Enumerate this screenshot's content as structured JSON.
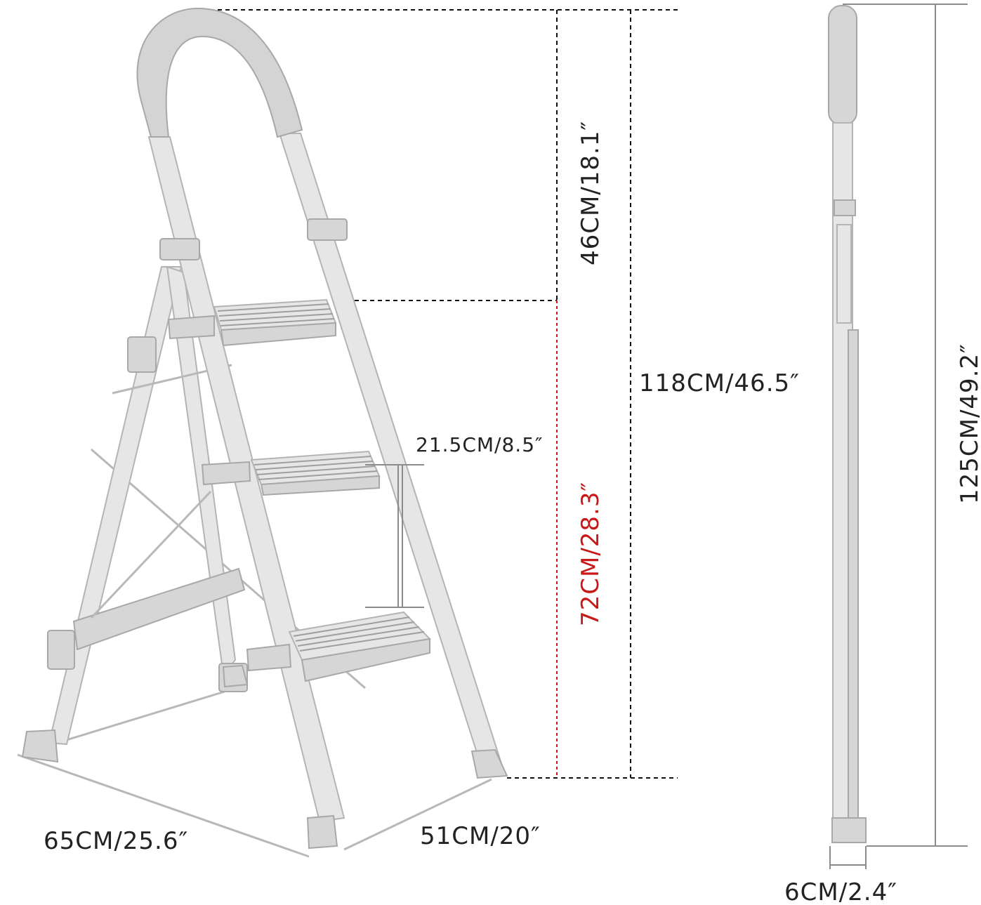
{
  "dimensions": {
    "handle_height": "46CM/18.1″",
    "total_height": "118CM/46.5″",
    "platform_height": "72CM/28.3″",
    "step_spacing": "21.5CM/8.5″",
    "base_depth": "65CM/25.6″",
    "base_width": "51CM/20″",
    "folded_height": "125CM/49.2″",
    "folded_thickness": "6CM/2.4″"
  },
  "colors": {
    "highlight": "#c81818",
    "frame": "#e6e6e6",
    "outline": "#b4b4b4"
  }
}
